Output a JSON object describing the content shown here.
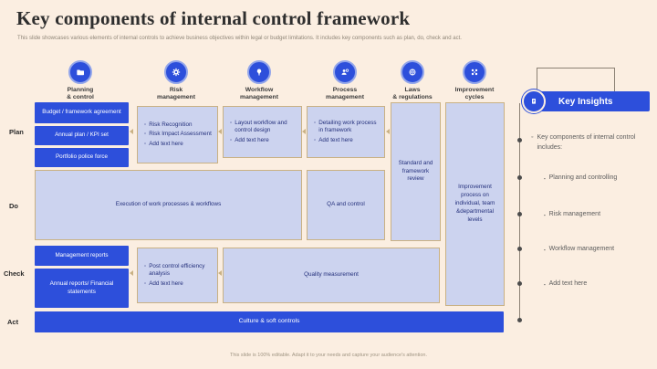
{
  "slide": {
    "title": "Key components of internal control framework",
    "subtitle": "This slide showcases various elements of internal controls to achieve business objectives within legal or budget limitations. It includes key components such as plan, do, check and act.",
    "footer": "This slide is 100% editable. Adapt it to your needs and capture your audience's attention."
  },
  "colors": {
    "accent_blue": "#2d4fdb",
    "light_box_fill": "#ccd3ef",
    "box_border": "#c9b184",
    "background": "#fbeee1"
  },
  "columns": [
    {
      "line1": "Planning",
      "line2": "& control",
      "icon": "folder-icon"
    },
    {
      "line1": "Risk",
      "line2": "management",
      "icon": "gear-icon"
    },
    {
      "line1": "Workflow",
      "line2": "management",
      "icon": "bulb-icon"
    },
    {
      "line1": "Process",
      "line2": "management",
      "icon": "person-gear-icon"
    },
    {
      "line1": "Laws",
      "line2": "& regulations",
      "icon": "globe-icon"
    },
    {
      "line1": "Improvement",
      "line2": "cycles",
      "icon": "cycle-icon"
    }
  ],
  "row_labels": {
    "plan": "Plan",
    "do": "Do",
    "check": "Check",
    "act": "Act"
  },
  "plan_row": {
    "planning_boxes": [
      "Budget / framework agreement",
      "Annual plan / KPI set",
      "Portfolio police force"
    ],
    "risk_bullets": [
      "Risk Recognition",
      "Risk Impact Assessment",
      "Add text here"
    ],
    "workflow_bullets": [
      "Layout workflow and control design",
      "Add text here"
    ],
    "process_bullets": [
      "Detailing work process in framework",
      "Add text here"
    ],
    "laws_box": "Standard and framework review",
    "improvement_box": "Improvement process on individual, team &departmental levels"
  },
  "do_row": {
    "execution_box": "Execution of work processes & workflows",
    "qa_box": "QA and control"
  },
  "check_row": {
    "reports_box": "Management reports",
    "annual_box": "Annual reports/ Financial statements",
    "post_control_bullets": [
      "Post control efficiency analysis",
      "Add text here"
    ],
    "quality_box": "Quality measurement"
  },
  "act_row": {
    "culture_box": "Culture & soft controls"
  },
  "key_insights": {
    "title": "Key Insights",
    "intro": "Key components of internal control includes:",
    "items": [
      "Planning and controlling",
      "Risk management",
      "Workflow management",
      "Add text here"
    ]
  }
}
